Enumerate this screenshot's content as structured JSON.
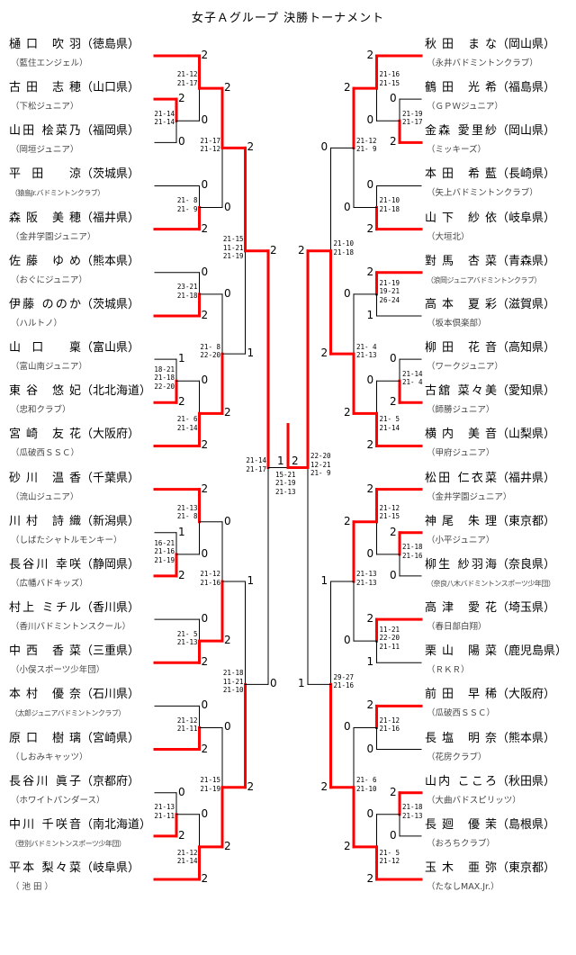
{
  "title": "女子Ａグループ 決勝トーナメント",
  "colors": {
    "win": "#ff0000",
    "line": "#000000"
  },
  "left": {
    "players": [
      {
        "name": "樋口 吹羽",
        "pref": "（徳島県）",
        "club": "（藍住エンジェル）"
      },
      {
        "name": "古田 志穂",
        "pref": "（山口県）",
        "club": "（下松ジュニア）"
      },
      {
        "name": "山田 桧菜乃",
        "pref": "（福岡県）",
        "club": "（岡垣ジュニア）"
      },
      {
        "name": "平田 涼",
        "pref": "（茨城県）",
        "club": "（猿島Jr.バドミントンクラブ）"
      },
      {
        "name": "森阪 美穂",
        "pref": "（福井県）",
        "club": "（金井学園ジュニア）"
      },
      {
        "name": "佐藤 ゆめ",
        "pref": "（熊本県）",
        "club": "（おぐにジュニア）"
      },
      {
        "name": "伊藤 ののか",
        "pref": "（茨城県）",
        "club": "（ハルトノ）"
      },
      {
        "name": "山口 稟",
        "pref": "（富山県）",
        "club": "（富山南ジュニア）"
      },
      {
        "name": "東谷 悠妃",
        "pref": "（北北海道）",
        "club": "（忠和クラブ）"
      },
      {
        "name": "宮崎 友花",
        "pref": "（大阪府）",
        "club": "（瓜破西ＳＳＣ）"
      },
      {
        "name": "砂川 温香",
        "pref": "（千葉県）",
        "club": "（流山ジュニア）"
      },
      {
        "name": "川村 詩織",
        "pref": "（新潟県）",
        "club": "（しばたシャトルモンキー）"
      },
      {
        "name": "長谷川 幸咲",
        "pref": "（静岡県）",
        "club": "（広幡バドキッズ）"
      },
      {
        "name": "村上 ミチル",
        "pref": "（香川県）",
        "club": "（香川バドミントンスクール）"
      },
      {
        "name": "中西 香菜",
        "pref": "（三重県）",
        "club": "（小俣スポーツ少年団）"
      },
      {
        "name": "本村 優奈",
        "pref": "（石川県）",
        "club": "（太郎ジュニアバドミントンクラブ）"
      },
      {
        "name": "原口 樹璃",
        "pref": "（宮崎県）",
        "club": "（しおみキャッツ）"
      },
      {
        "name": "長谷川 眞子",
        "pref": "（京都府）",
        "club": "（ホワイトパンダース）"
      },
      {
        "name": "中川 千咲音",
        "pref": "（南北海道）",
        "club": "（登別バドミントンスポーツ少年団）"
      },
      {
        "name": "平本 梨々菜",
        "pref": "（岐阜県）",
        "club": "（ 池 田 ）"
      }
    ],
    "tree": {
      "a": {
        "a": {
          "a": {
            "a": 0,
            "b": {
              "a": 1,
              "b": 2,
              "s": [
                2,
                0
              ],
              "g": [
                "21-14",
                "21-14"
              ]
            },
            "s": [
              2,
              0
            ],
            "g": [
              "21-12",
              "21-17"
            ]
          },
          "b": {
            "a": 3,
            "b": 4,
            "s": [
              0,
              2
            ],
            "g": [
              "21- 8",
              "21- 9"
            ]
          },
          "s": [
            2,
            0
          ],
          "g": [
            "21-17",
            "21-12"
          ]
        },
        "b": {
          "a": {
            "a": 5,
            "b": 6,
            "s": [
              0,
              2
            ],
            "g": [
              "23-21",
              "21-18"
            ]
          },
          "b": {
            "a": {
              "a": 7,
              "b": 8,
              "s": [
                1,
                2
              ],
              "g": [
                "18-21",
                "21-18",
                "22-20"
              ]
            },
            "b": 9,
            "s": [
              0,
              2
            ],
            "g": [
              "21- 6",
              "21-14"
            ]
          },
          "s": [
            0,
            2
          ],
          "g": [
            "21- 8",
            "22-20"
          ]
        },
        "s": [
          2,
          1
        ],
        "g": [
          "21-15",
          "11-21",
          "21-19"
        ]
      },
      "b": {
        "a": {
          "a": {
            "a": 10,
            "b": {
              "a": 11,
              "b": 12,
              "s": [
                1,
                2
              ],
              "g": [
                "16-21",
                "21-16",
                "21-19"
              ]
            },
            "s": [
              2,
              0
            ],
            "g": [
              "21-13",
              "21- 8"
            ]
          },
          "b": {
            "a": 13,
            "b": 14,
            "s": [
              0,
              2
            ],
            "g": [
              "21- 5",
              "21-13"
            ]
          },
          "s": [
            0,
            2
          ],
          "g": [
            "21-12",
            "21-16"
          ]
        },
        "b": {
          "a": {
            "a": 15,
            "b": 16,
            "s": [
              0,
              2
            ],
            "g": [
              "21-12",
              "21-11"
            ]
          },
          "b": {
            "a": {
              "a": 17,
              "b": 18,
              "s": [
                0,
                2
              ],
              "g": [
                "21-13",
                "21-11"
              ]
            },
            "b": 19,
            "s": [
              0,
              2
            ],
            "g": [
              "21-12",
              "21-14"
            ]
          },
          "s": [
            0,
            2
          ],
          "g": [
            "21-15",
            "21-19"
          ]
        },
        "s": [
          1,
          2
        ],
        "g": [
          "21-18",
          "11-21",
          "21-10"
        ]
      },
      "s": [
        2,
        0
      ],
      "g": [
        "21-14",
        "21-17"
      ]
    }
  },
  "right": {
    "players": [
      {
        "name": "秋田 まな",
        "pref": "（岡山県）",
        "club": "（永井バドミントンクラブ）"
      },
      {
        "name": "鶴田 光希",
        "pref": "（福島県）",
        "club": "（ＧＰＷジュニア）"
      },
      {
        "name": "金森 愛里紗",
        "pref": "（岡山県）",
        "club": "（ミッキーズ）"
      },
      {
        "name": "本田 希藍",
        "pref": "（長崎県）",
        "club": "（矢上バドミントンクラブ）"
      },
      {
        "name": "山下 紗依",
        "pref": "（岐阜県）",
        "club": "（大垣北）"
      },
      {
        "name": "對馬 杏菜",
        "pref": "（青森県）",
        "club": "（浪岡ジュニアバドミントンクラブ）"
      },
      {
        "name": "高本 夏彩",
        "pref": "（滋賀県）",
        "club": "（坂本倶楽部）"
      },
      {
        "name": "柳田 花音",
        "pref": "（高知県）",
        "club": "（ワークジュニア）"
      },
      {
        "name": "古舘 菜々美",
        "pref": "（愛知県）",
        "club": "（師勝ジュニア）"
      },
      {
        "name": "横内 美音",
        "pref": "（山梨県）",
        "club": "（甲府ジュニア）"
      },
      {
        "name": "松田 仁衣菜",
        "pref": "（福井県）",
        "club": "（金井学園ジュニア）"
      },
      {
        "name": "神尾 朱理",
        "pref": "（東京都）",
        "club": "（小平ジュニア）"
      },
      {
        "name": "柳生 紗羽海",
        "pref": "（奈良県）",
        "club": "（奈良八木バドミントンスポーツ少年団）"
      },
      {
        "name": "高津 愛花",
        "pref": "（埼玉県）",
        "club": "（春日部白翔）"
      },
      {
        "name": "栗山 陽菜",
        "pref": "（鹿児島県）",
        "club": "（ＲＫＲ）"
      },
      {
        "name": "前田 早稀",
        "pref": "（大阪府）",
        "club": "（瓜破西ＳＳＣ）"
      },
      {
        "name": "長塩 明奈",
        "pref": "（熊本県）",
        "club": "（花房クラブ）"
      },
      {
        "name": "山内 こころ",
        "pref": "（秋田県）",
        "club": "（大曲バドスピリッツ）"
      },
      {
        "name": "長廻 優茉",
        "pref": "（島根県）",
        "club": "（おろちクラブ）"
      },
      {
        "name": "玉木 亜弥",
        "pref": "（東京都）",
        "club": "（たなしMAX.Jr.）"
      }
    ],
    "tree": {
      "a": {
        "a": {
          "a": {
            "a": 0,
            "b": {
              "a": 1,
              "b": 2,
              "s": [
                0,
                2
              ],
              "g": [
                "21-19",
                "21-17"
              ]
            },
            "s": [
              2,
              0
            ],
            "g": [
              "21-16",
              "21-15"
            ]
          },
          "b": {
            "a": 3,
            "b": 4,
            "s": [
              0,
              2
            ],
            "g": [
              "21-10",
              "21-18"
            ]
          },
          "s": [
            2,
            0
          ],
          "g": [
            "21-12",
            "21- 9"
          ]
        },
        "b": {
          "a": {
            "a": 5,
            "b": 6,
            "s": [
              2,
              1
            ],
            "g": [
              "21-19",
              "19-21",
              "26-24"
            ]
          },
          "b": {
            "a": {
              "a": 7,
              "b": 8,
              "s": [
                0,
                2
              ],
              "g": [
                "21-14",
                "21- 4"
              ]
            },
            "b": 9,
            "s": [
              0,
              2
            ],
            "g": [
              "21- 5",
              "21-14"
            ]
          },
          "s": [
            0,
            2
          ],
          "g": [
            "21- 4",
            "21-13"
          ]
        },
        "s": [
          0,
          2
        ],
        "g": [
          "21-10",
          "21-18"
        ]
      },
      "b": {
        "a": {
          "a": {
            "a": 10,
            "b": {
              "a": 11,
              "b": 12,
              "s": [
                2,
                0
              ],
              "g": [
                "21-18",
                "21-16"
              ]
            },
            "s": [
              2,
              0
            ],
            "g": [
              "21-12",
              "21-15"
            ]
          },
          "b": {
            "a": 13,
            "b": 14,
            "s": [
              2,
              1
            ],
            "g": [
              "11-21",
              "22-20",
              "21-11"
            ]
          },
          "s": [
            2,
            0
          ],
          "g": [
            "21-13",
            "21-13"
          ]
        },
        "b": {
          "a": {
            "a": 15,
            "b": 16,
            "s": [
              2,
              0
            ],
            "g": [
              "21-12",
              "21-16"
            ]
          },
          "b": {
            "a": {
              "a": 17,
              "b": 18,
              "s": [
                2,
                0
              ],
              "g": [
                "21-18",
                "21-13"
              ]
            },
            "b": 19,
            "s": [
              0,
              2
            ],
            "g": [
              "21- 5",
              "21-12"
            ]
          },
          "s": [
            0,
            2
          ],
          "g": [
            "21- 6",
            "21-10"
          ]
        },
        "s": [
          1,
          2
        ],
        "g": [
          "29-27",
          "21-16"
        ]
      },
      "s": [
        2,
        1
      ],
      "g": [
        "22-20",
        "12-21",
        "21- 9"
      ]
    }
  },
  "final": {
    "s": [
      1,
      2
    ],
    "g": [
      "15-21",
      "21-19",
      "21-13"
    ]
  }
}
